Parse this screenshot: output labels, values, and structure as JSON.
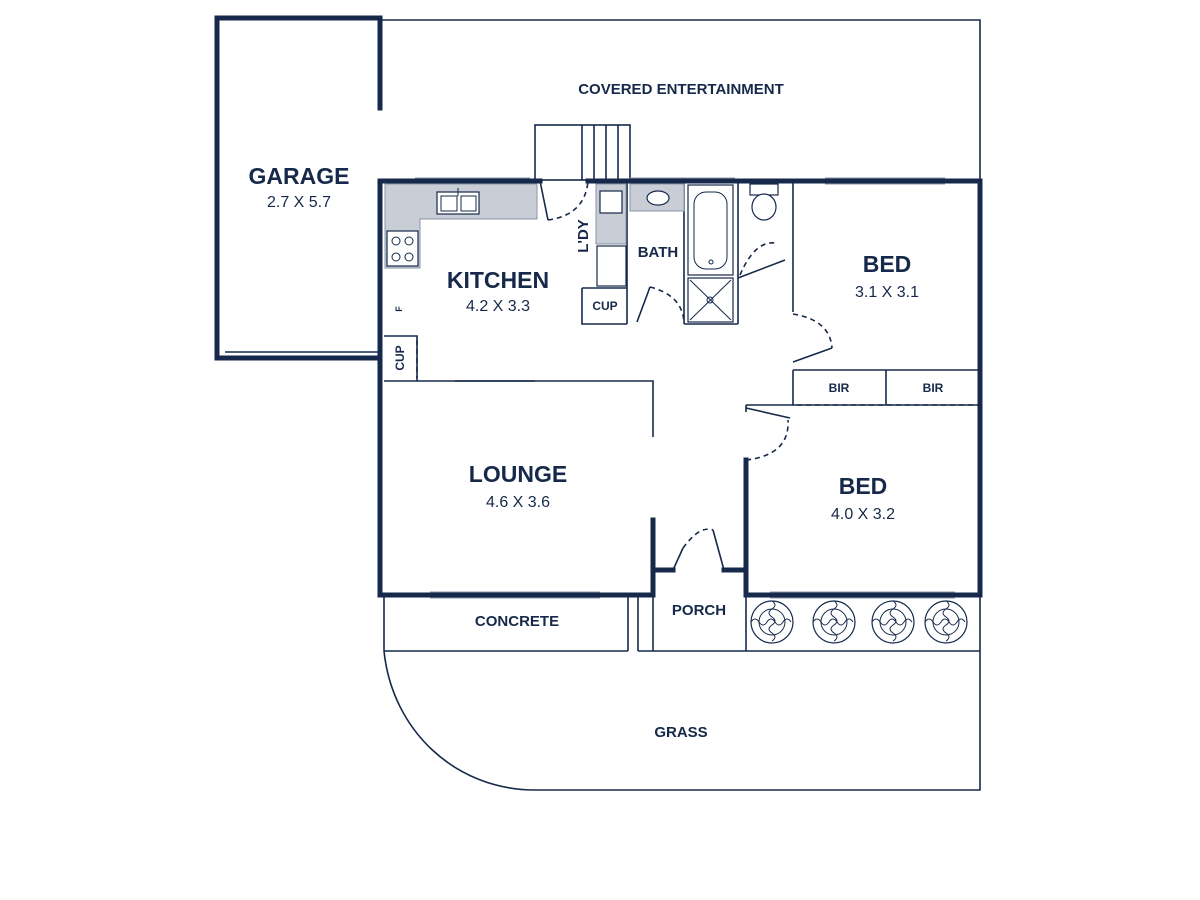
{
  "rooms": {
    "garage": {
      "name": "GARAGE",
      "size": "2.7 X 5.7"
    },
    "kitchen": {
      "name": "KITCHEN",
      "size": "4.2 X 3.3"
    },
    "lounge": {
      "name": "LOUNGE",
      "size": "4.6 X 3.6"
    },
    "bed1": {
      "name": "BED",
      "size": "3.1 X 3.1"
    },
    "bed2": {
      "name": "BED",
      "size": "4.0 X 3.2"
    }
  },
  "areas": {
    "covered_entertainment": "COVERED ENTERTAINMENT",
    "concrete": "CONCRETE",
    "porch": "PORCH",
    "grass": "GRASS"
  },
  "labels": {
    "laundry": "L'DY",
    "bath": "BATH",
    "cupboard_laundry": "CUP",
    "cupboard_kitchen": "CUP",
    "fridge": "F",
    "bir_left": "BIR",
    "bir_right": "BIR"
  },
  "colors": {
    "wall": "#16294a",
    "bench": "#c9ced6",
    "background": "#ffffff"
  }
}
